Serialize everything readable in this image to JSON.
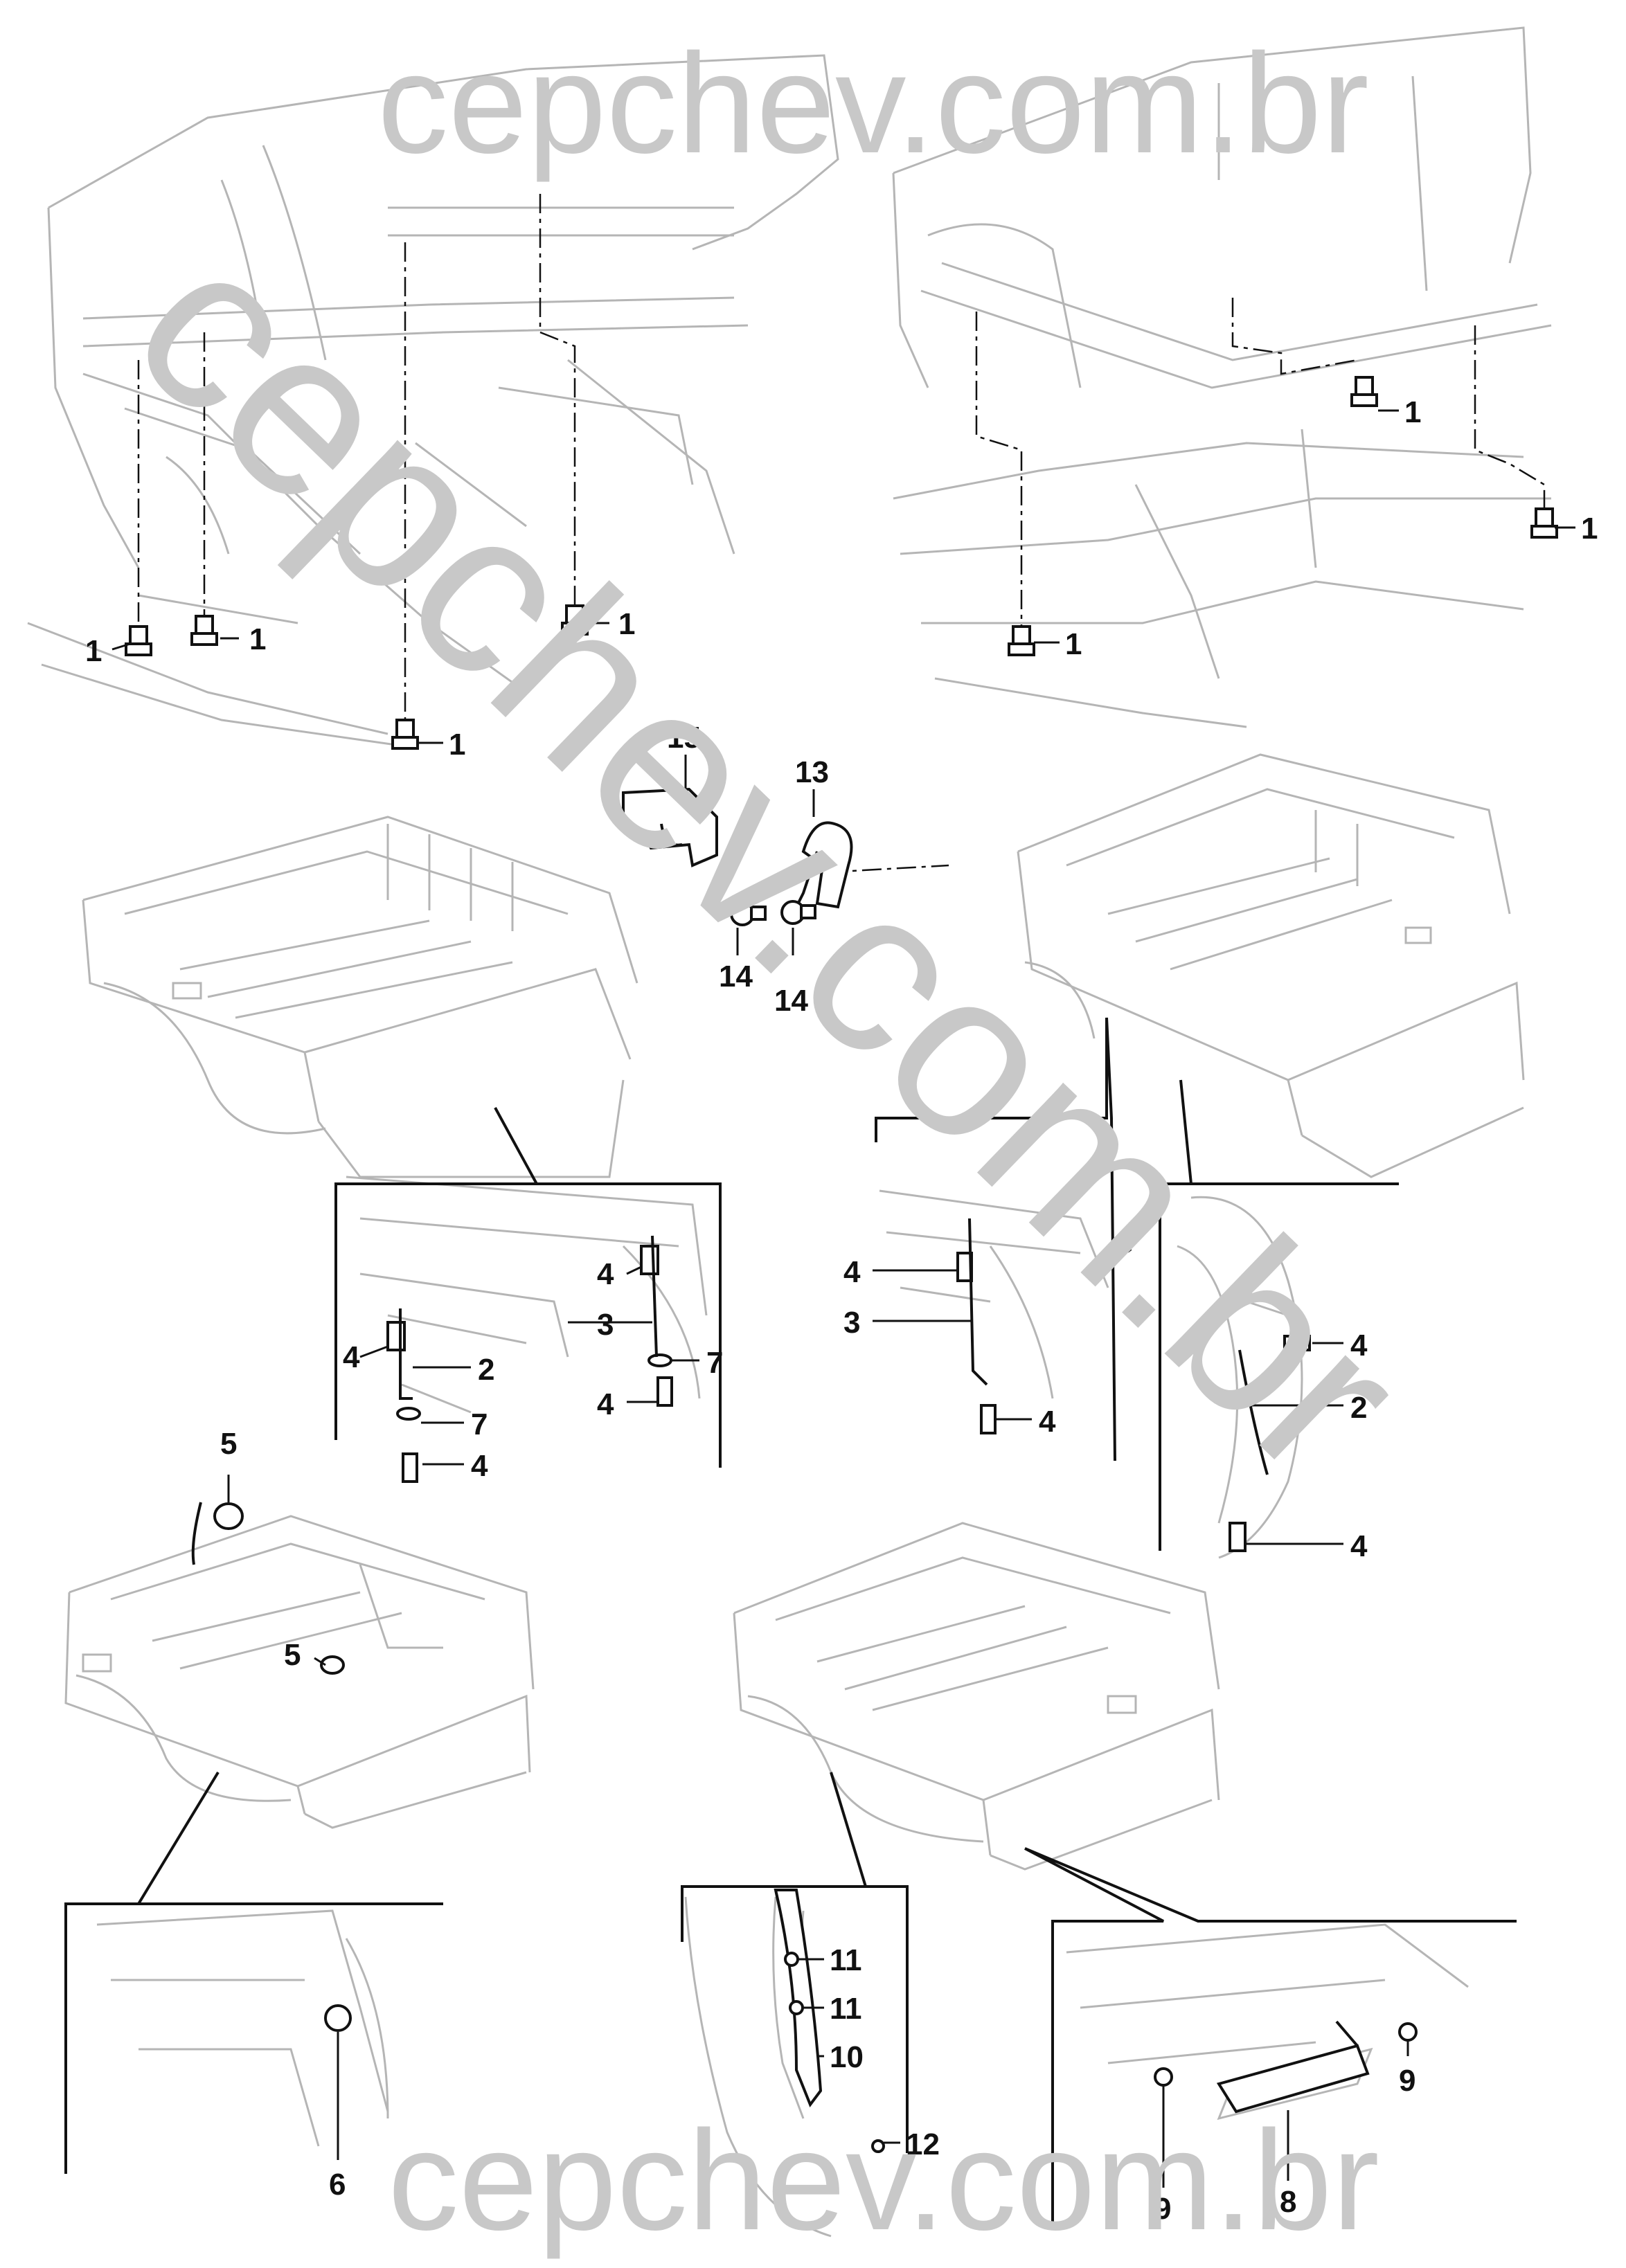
{
  "diagram": {
    "watermark": {
      "top": "cepchev.com.br",
      "diagonal": "cepchev.com.br",
      "bottom": "cepchev.com.br"
    },
    "callouts": {
      "c1": "1",
      "c2": "2",
      "c3": "3",
      "c4": "4",
      "c5": "5",
      "c6": "6",
      "c7": "7",
      "c8": "8",
      "c9": "9",
      "c10": "10",
      "c11": "11",
      "c12": "12",
      "c13": "13",
      "c14": "14",
      "c15": "15"
    },
    "colors": {
      "line": "#111111",
      "faint": "#b5b5b5",
      "watermark": "#c8c8c8",
      "background": "#ffffff"
    }
  }
}
